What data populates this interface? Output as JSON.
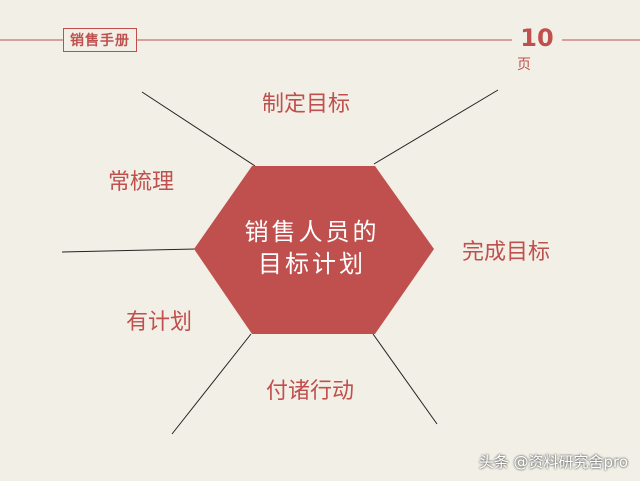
{
  "header": {
    "tag_label": "销售手册",
    "page_number": "10",
    "page_unit": "页"
  },
  "diagram": {
    "center_line1": "销售人员的",
    "center_line2": "目标计划",
    "branches": {
      "top": "制定目标",
      "upper_left": "常梳理",
      "right": "完成目标",
      "lower_left": "有计划",
      "bottom": "付诸行动"
    }
  },
  "watermark": "头条 @资料研究舍pro",
  "colors": {
    "accent": "#c0504d",
    "background": "#f2f0e6",
    "line": "#222222"
  }
}
